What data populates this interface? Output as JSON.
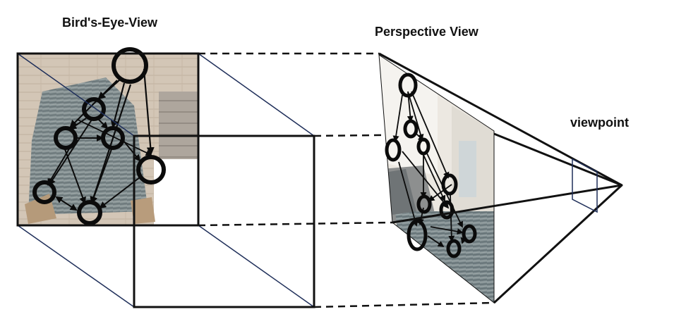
{
  "labels": {
    "birds_eye_view": "Bird's-Eye-View",
    "perspective_view": "Perspective View",
    "viewpoint": "viewpoint"
  },
  "colors": {
    "frame_dark": "#111111",
    "frame_blue": "#1f2f5a",
    "floor_wood": "#cdbfae",
    "rug": "#7d8a8c",
    "stairs": "#a9a29a",
    "wall": "#f1efea",
    "node_ring": "#0b0b0b"
  },
  "icons": {
    "bev_image": "room-floor-topdown-photo",
    "perspective_image": "room-interior-photo",
    "graph": "scene-graph-nodes-and-arrows"
  }
}
